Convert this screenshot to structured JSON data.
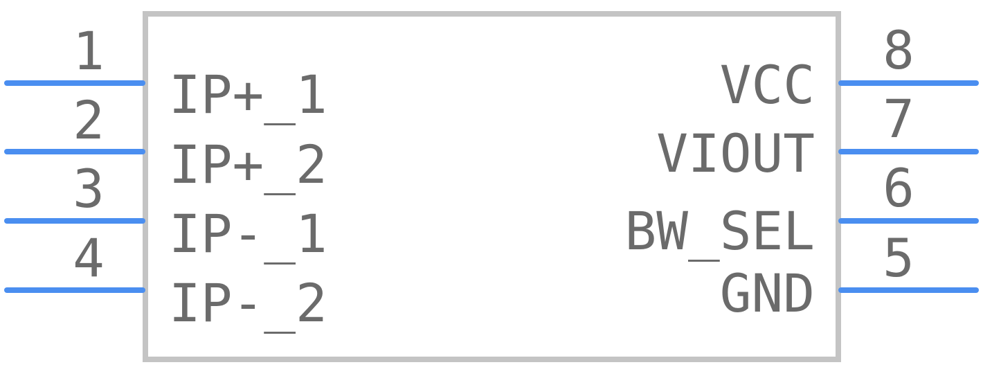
{
  "component": {
    "left_pins": [
      {
        "number": "1",
        "name": "IP+_1"
      },
      {
        "number": "2",
        "name": "IP+_2"
      },
      {
        "number": "3",
        "name": "IP-_1"
      },
      {
        "number": "4",
        "name": "IP-_2"
      }
    ],
    "right_pins": [
      {
        "number": "8",
        "name": "VCC"
      },
      {
        "number": "7",
        "name": "VIOUT"
      },
      {
        "number": "6",
        "name": "BW_SEL"
      },
      {
        "number": "5",
        "name": "GND"
      }
    ]
  },
  "colors": {
    "pin": "#4a8ef0",
    "body_outline": "#c4c4c4",
    "text": "#6b6b6b"
  }
}
